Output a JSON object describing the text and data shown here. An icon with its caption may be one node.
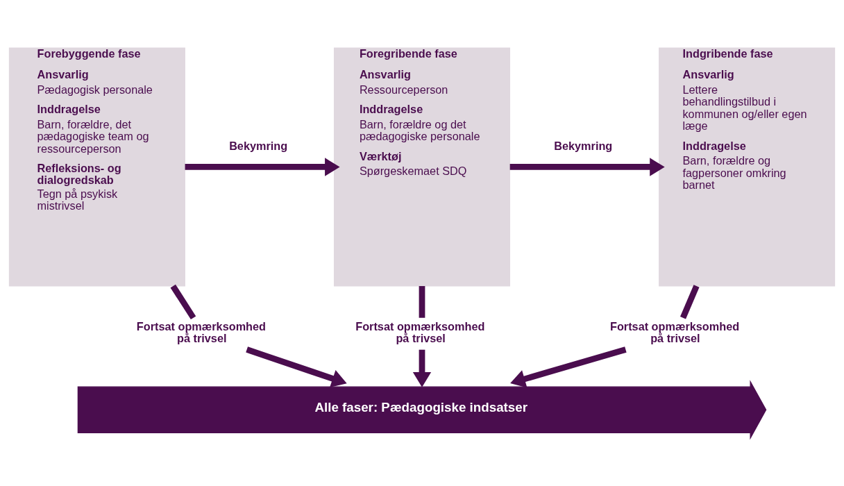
{
  "diagram": {
    "nodes": [
      {
        "text": [
          "Forebyggende fase",
          "Ansvarlig",
          "Pædagogisk personale",
          "Inddragelse",
          "Barn, forældre, det pædagogiske team og ressourceperson",
          "Refleksions- og dialogredskab",
          "Tegn på psykisk mistrivsel"
        ]
      },
      {
        "text": [
          "Foregribende fase",
          "Ansvarlig",
          "Ressourceperson",
          "Inddragelse",
          "Barn, forældre og det pædagogiske personale",
          "Værktøj",
          "Spørgeskemaet SDQ"
        ]
      },
      {
        "text": [
          "Indgribende fase",
          "Ansvarlig",
          "Lettere behandlingstilbud i kommunen og/eller egen læge",
          "Inddragelse",
          "Barn, forældre og fagpersoner omkring barnet"
        ]
      },
      {
        "text": [
          "Fortsat opmærksomhed på trivsel"
        ]
      },
      {
        "text": [
          "Fortsat opmærksomhed på trivsel"
        ]
      },
      {
        "text": [
          "Fortsat opmærksomhed på trivsel"
        ]
      },
      {
        "text": [
          "Alle faser: Pædagogiske indsatser"
        ]
      }
    ],
    "edges": [
      {
        "from": 0,
        "to": 1,
        "arrow": "to",
        "label": "Bekymring"
      },
      {
        "from": 1,
        "to": 2,
        "arrow": "to",
        "label": "Bekymring"
      },
      {
        "from": 0,
        "to": 3,
        "arrow": "none"
      },
      {
        "from": 3,
        "to": 6,
        "arrow": "to"
      },
      {
        "from": 1,
        "to": 4,
        "arrow": "none"
      },
      {
        "from": 4,
        "to": 6,
        "arrow": "to"
      },
      {
        "from": 2,
        "to": 5,
        "arrow": "none"
      },
      {
        "from": 5,
        "to": 6,
        "arrow": "to"
      }
    ]
  }
}
